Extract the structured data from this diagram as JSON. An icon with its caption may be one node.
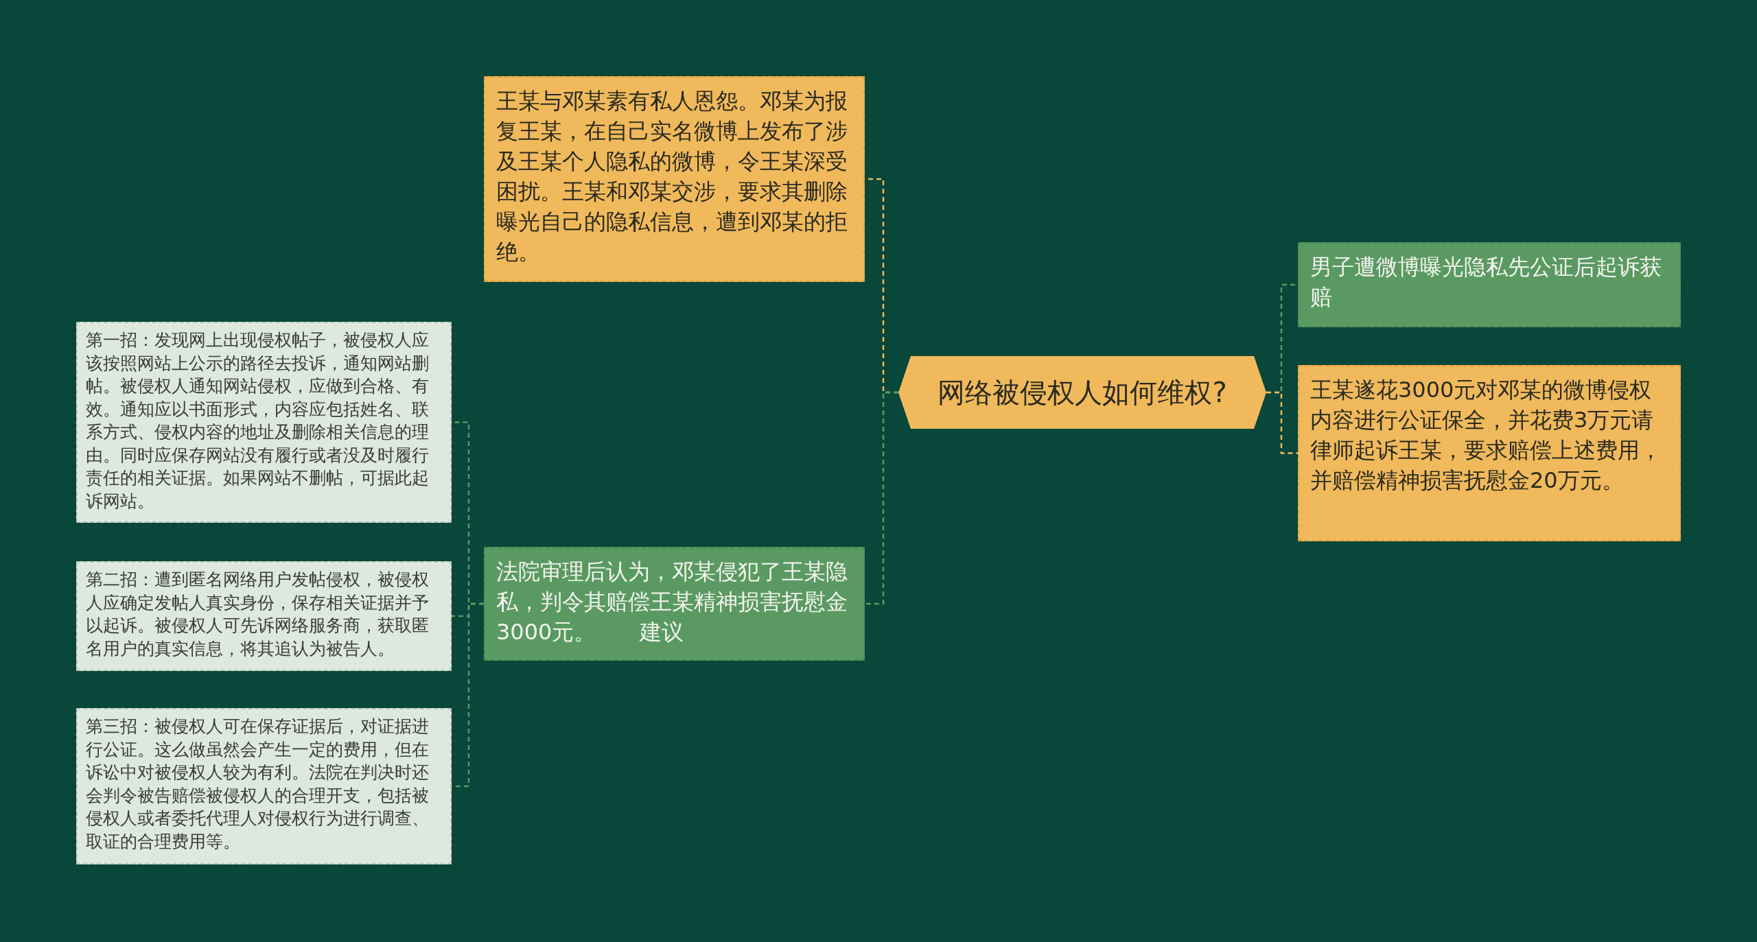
{
  "diagram": {
    "nodes": [
      {
        "text": [
          "网络被侵权人如何维权?"
        ]
      },
      {
        "text": [
          "王某与邓某素有私人恩怨。邓某为报复王某，在自己实名微博上发布了涉及王某个人隐私的微博，令王某深受困扰。王某和邓某交涉，要求其删除曝光自己的隐私信息，遭到邓某的拒绝。"
        ]
      },
      {
        "text": [
          "法院审理后认为，邓某侵犯了王某隐私，判令其赔偿王某精神损害抚慰金3000元。　　建议"
        ]
      },
      {
        "text": [
          "男子遭微博曝光隐私先公证后起诉获赔"
        ]
      },
      {
        "text": [
          "王某遂花3000元对邓某的微博侵权内容进行公证保全，并花费3万元请律师起诉王某，要求赔偿上述费用，并赔偿精神损害抚慰金20万元。"
        ]
      },
      {
        "text": [
          "第一招：发现网上出现侵权帖子，被侵权人应该按照网站上公示的路径去投诉，通知网站删帖。被侵权人通知网站侵权，应做到合格、有效。通知应以书面形式，内容应包括姓名、联系方式、侵权内容的地址及删除相关信息的理由。同时应保存网站没有履行或者没及时履行责任的相关证据。如果网站不删帖，可据此起诉网站。"
        ]
      },
      {
        "text": [
          "第二招：遭到匿名网络用户发帖侵权，被侵权人应确定发帖人真实身份，保存相关证据并予以起诉。被侵权人可先诉网络服务商，获取匿名用户的真实信息，将其追认为被告人。"
        ]
      },
      {
        "text": [
          "第三招：被侵权人可在保存证据后，对证据进行公证。这么做虽然会产生一定的费用，但在诉讼中对被侵权人较为有利。法院在判决时还会判令被告赔偿被侵权人的合理开支，包括被侵权人或者委托代理人对侵权行为进行调查、取证的合理费用等。"
        ]
      }
    ],
    "edges": [
      {
        "from": 0,
        "to": 1,
        "arrow": "none",
        "style": "dashed",
        "color": "#f0b95c"
      },
      {
        "from": 0,
        "to": 2,
        "arrow": "none",
        "style": "dashed",
        "color": "#5a9a62"
      },
      {
        "from": 0,
        "to": 3,
        "arrow": "none",
        "style": "dashed",
        "color": "#5a9a62"
      },
      {
        "from": 0,
        "to": 4,
        "arrow": "none",
        "style": "dashed",
        "color": "#f0b95c"
      },
      {
        "from": 2,
        "to": 5,
        "arrow": "none",
        "style": "dashed",
        "color": "#5a9a62"
      },
      {
        "from": 2,
        "to": 6,
        "arrow": "none",
        "style": "dashed",
        "color": "#5a9a62"
      },
      {
        "from": 2,
        "to": 7,
        "arrow": "none",
        "style": "dashed",
        "color": "#5a9a62"
      }
    ]
  }
}
